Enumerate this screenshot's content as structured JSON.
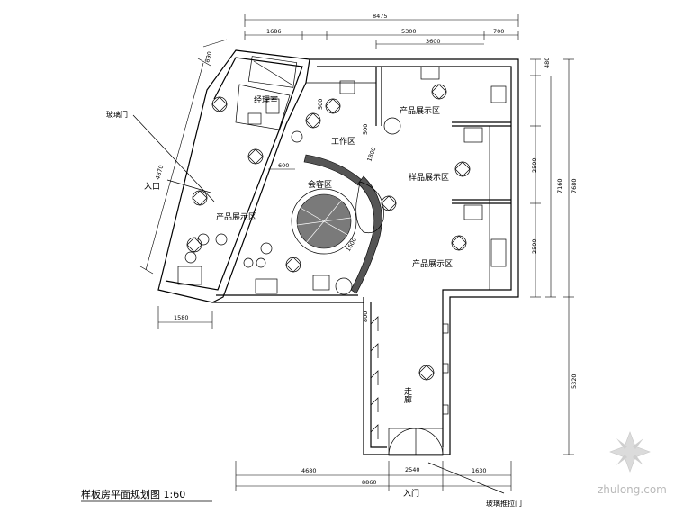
{
  "dimensions": {
    "top_total": "8475",
    "top_left": "1686",
    "top_mid": "5300",
    "top_inner": "3600",
    "top_right": "700",
    "right_top": "480",
    "right_mid1": "2500",
    "right_mid2": "2500",
    "right_inner": "7160",
    "right_total": "7680",
    "right_lower": "5320",
    "bottom_left": "4680",
    "bottom_total": "8860",
    "bottom_mid": "2540",
    "bottom_right": "1630",
    "left_bottom": "1580",
    "left_vertical": "4870",
    "left_top": "890",
    "inner_600": "600",
    "inner_500": "500",
    "inner_500b": "500",
    "inner_1800": "1800",
    "corridor_800": "800",
    "circle_1600": "1600"
  },
  "labels": {
    "entrance_left": "入口",
    "entrance_bottom": "入门",
    "office": "经理室",
    "work_area": "工作区",
    "display_top": "产品展示区",
    "display_mid": "样品展示区",
    "display_low": "产品展示区",
    "display_left": "产品展示区",
    "meeting": "会客区",
    "corridor": "走廊",
    "glass_door": "玻璃门",
    "door_note": "玻璃推拉门"
  },
  "title": "样板房平面规划图 1:60",
  "watermark": {
    "text": "zhulong.com"
  }
}
